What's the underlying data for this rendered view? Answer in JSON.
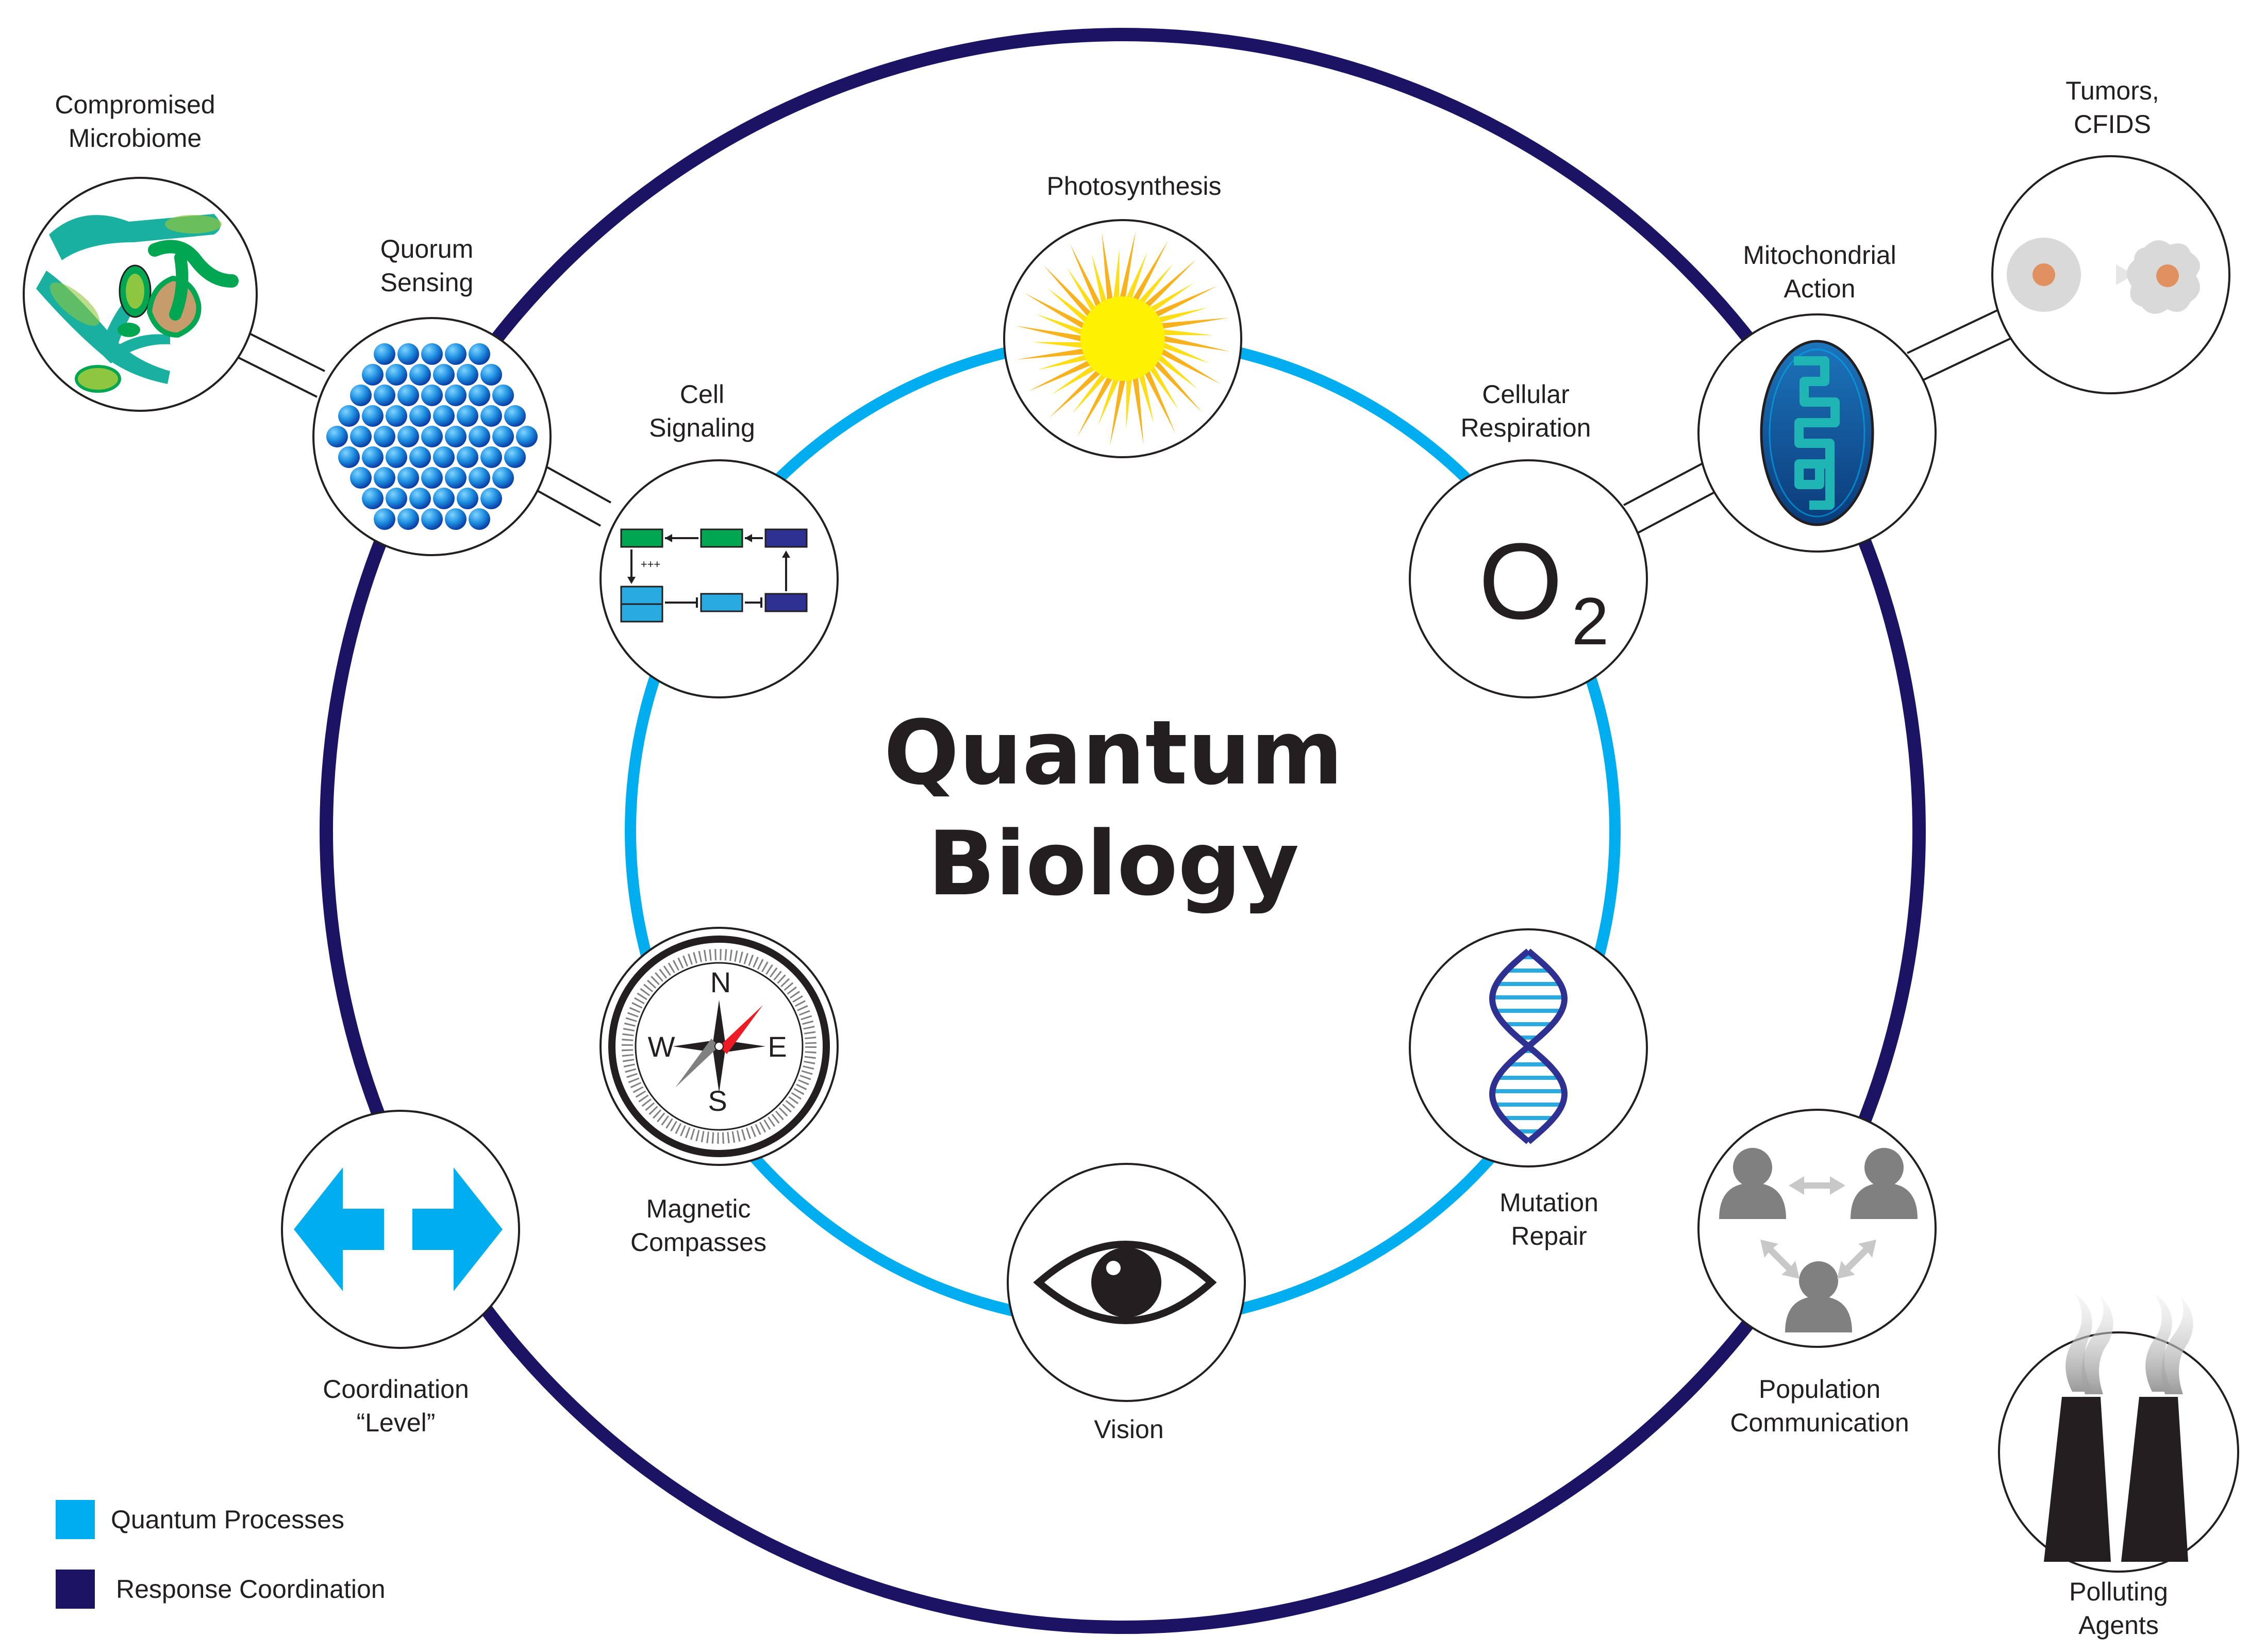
{
  "title": {
    "line1": "Quantum",
    "line2": "Biology"
  },
  "colors": {
    "quantum_processes": "#00aeef",
    "response_coordination": "#1b1464",
    "outline": "#231f20"
  },
  "inner_nodes": {
    "photosynthesis": {
      "label": "Photosynthesis",
      "icon": "sun-icon"
    },
    "cellular_respiration": {
      "label_line1": "Cellular",
      "label_line2": "Respiration",
      "icon": "oxygen-molecule-icon",
      "symbol": "O",
      "subscript": "2"
    },
    "mutation_repair": {
      "label_line1": "Mutation",
      "label_line2": "Repair",
      "icon": "dna-icon"
    },
    "vision": {
      "label": "Vision",
      "icon": "eye-icon"
    },
    "magnetic_compasses": {
      "label_line1": "Magnetic",
      "label_line2": "Compasses",
      "icon": "compass-icon",
      "dirs": {
        "n": "N",
        "e": "E",
        "s": "S",
        "w": "W"
      }
    },
    "cell_signaling": {
      "label_line1": "Cell",
      "label_line2": "Signaling",
      "icon": "signaling-pathway-icon",
      "plus_text": "+++"
    }
  },
  "outer_nodes": {
    "quorum_sensing": {
      "label_line1": "Quorum",
      "label_line2": "Sensing",
      "icon": "cell-cluster-icon"
    },
    "mitochondrial_action": {
      "label_line1": "Mitochondrial",
      "label_line2": "Action",
      "icon": "mitochondrion-icon"
    },
    "population_communication": {
      "label_line1": "Population",
      "label_line2": "Communication",
      "icon": "people-network-icon"
    },
    "coordination_level": {
      "label_line1": "Coordination",
      "label_line2": "“Level”",
      "icon": "double-arrow-icon"
    }
  },
  "external_nodes": {
    "compromised_microbiome": {
      "label_line1": "Compromised",
      "label_line2": "Microbiome",
      "icon": "microbes-icon"
    },
    "tumors_cfids": {
      "label_line1": "Tumors,",
      "label_line2": "CFIDS",
      "icon": "cell-transformation-icon"
    },
    "polluting_agents": {
      "label_line1": "Polluting",
      "label_line2": "Agents",
      "icon": "smokestacks-icon"
    }
  },
  "legend": [
    {
      "label": "Quantum Processes",
      "color": "#00aeef"
    },
    {
      "label": "Response Coordination",
      "color": "#1b1464"
    }
  ]
}
